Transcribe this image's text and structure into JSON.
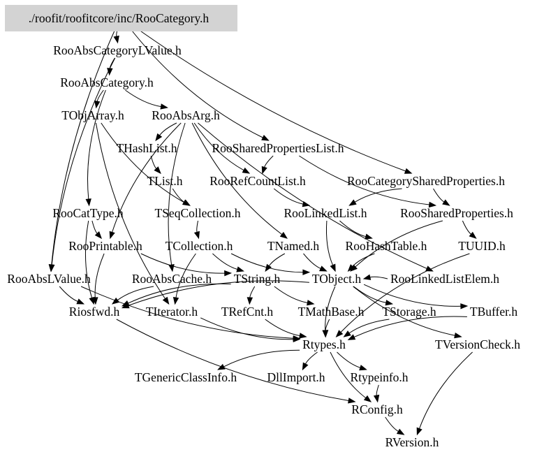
{
  "diagram": {
    "title": "./roofit/roofitcore/inc/RooCategory.h",
    "type": "include-dependency-graph",
    "root": "./roofit/roofitcore/inc/RooCategory.h",
    "highlight_color": "#d3d3d3",
    "nodes": [
      {
        "id": "RooCategory",
        "label": "./roofit/roofitcore/inc/RooCategory.h",
        "root": true
      },
      {
        "id": "RooAbsCategoryLValue",
        "label": "RooAbsCategoryLValue.h"
      },
      {
        "id": "RooAbsCategory",
        "label": "RooAbsCategory.h"
      },
      {
        "id": "TObjArray",
        "label": "TObjArray.h"
      },
      {
        "id": "RooAbsArg",
        "label": "RooAbsArg.h"
      },
      {
        "id": "THashList",
        "label": "THashList.h"
      },
      {
        "id": "RooSharedPropertiesList",
        "label": "RooSharedPropertiesList.h"
      },
      {
        "id": "TList",
        "label": "TList.h"
      },
      {
        "id": "RooRefCountList",
        "label": "RooRefCountList.h"
      },
      {
        "id": "RooCategorySharedProperties",
        "label": "RooCategorySharedProperties.h"
      },
      {
        "id": "RooCatType",
        "label": "RooCatType.h"
      },
      {
        "id": "TSeqCollection",
        "label": "TSeqCollection.h"
      },
      {
        "id": "RooLinkedList",
        "label": "RooLinkedList.h"
      },
      {
        "id": "RooSharedProperties",
        "label": "RooSharedProperties.h"
      },
      {
        "id": "RooPrintable",
        "label": "RooPrintable.h"
      },
      {
        "id": "TCollection",
        "label": "TCollection.h"
      },
      {
        "id": "TNamed",
        "label": "TNamed.h"
      },
      {
        "id": "RooHashTable",
        "label": "RooHashTable.h"
      },
      {
        "id": "TUUID",
        "label": "TUUID.h"
      },
      {
        "id": "RooAbsLValue",
        "label": "RooAbsLValue.h"
      },
      {
        "id": "RooAbsCache",
        "label": "RooAbsCache.h"
      },
      {
        "id": "TString",
        "label": "TString.h"
      },
      {
        "id": "TObject",
        "label": "TObject.h"
      },
      {
        "id": "RooLinkedListElem",
        "label": "RooLinkedListElem.h"
      },
      {
        "id": "Riosfwd",
        "label": "Riosfwd.h"
      },
      {
        "id": "TIterator",
        "label": "TIterator.h"
      },
      {
        "id": "TRefCnt",
        "label": "TRefCnt.h"
      },
      {
        "id": "TMathBase",
        "label": "TMathBase.h"
      },
      {
        "id": "TStorage",
        "label": "TStorage.h"
      },
      {
        "id": "TBuffer",
        "label": "TBuffer.h"
      },
      {
        "id": "Rtypes",
        "label": "Rtypes.h"
      },
      {
        "id": "TVersionCheck",
        "label": "TVersionCheck.h"
      },
      {
        "id": "TGenericClassInfo",
        "label": "TGenericClassInfo.h"
      },
      {
        "id": "DllImport",
        "label": "DllImport.h"
      },
      {
        "id": "Rtypeinfo",
        "label": "Rtypeinfo.h"
      },
      {
        "id": "RConfig",
        "label": "RConfig.h"
      },
      {
        "id": "RVersion",
        "label": "RVersion.h"
      }
    ],
    "edges": [
      {
        "from": "RooCategory",
        "to": "RooAbsCategoryLValue"
      },
      {
        "from": "RooCategory",
        "to": "RooAbsLValue"
      },
      {
        "from": "RooCategory",
        "to": "RooSharedPropertiesList"
      },
      {
        "from": "RooCategory",
        "to": "RooCategorySharedProperties"
      },
      {
        "from": "RooAbsCategoryLValue",
        "to": "RooAbsCategory"
      },
      {
        "from": "RooAbsCategoryLValue",
        "to": "RooAbsLValue"
      },
      {
        "from": "RooAbsCategory",
        "to": "TObjArray"
      },
      {
        "from": "RooAbsCategory",
        "to": "RooAbsArg"
      },
      {
        "from": "RooAbsCategory",
        "to": "RooCatType"
      },
      {
        "from": "TObjArray",
        "to": "TSeqCollection"
      },
      {
        "from": "TObjArray",
        "to": "TIterator"
      },
      {
        "from": "RooAbsArg",
        "to": "THashList"
      },
      {
        "from": "RooAbsArg",
        "to": "RooRefCountList"
      },
      {
        "from": "RooAbsArg",
        "to": "RooPrintable"
      },
      {
        "from": "RooAbsArg",
        "to": "RooAbsCache"
      },
      {
        "from": "RooAbsArg",
        "to": "TNamed"
      },
      {
        "from": "RooAbsArg",
        "to": "RooLinkedListElem"
      },
      {
        "from": "THashList",
        "to": "TList"
      },
      {
        "from": "TList",
        "to": "TSeqCollection"
      },
      {
        "from": "RooSharedPropertiesList",
        "to": "RooRefCountList"
      },
      {
        "from": "RooSharedPropertiesList",
        "to": "RooSharedProperties"
      },
      {
        "from": "RooRefCountList",
        "to": "RooLinkedList"
      },
      {
        "from": "RooCategorySharedProperties",
        "to": "RooLinkedList"
      },
      {
        "from": "RooCategorySharedProperties",
        "to": "RooSharedProperties"
      },
      {
        "from": "RooCatType",
        "to": "RooPrintable"
      },
      {
        "from": "RooCatType",
        "to": "Riosfwd"
      },
      {
        "from": "TSeqCollection",
        "to": "TCollection"
      },
      {
        "from": "RooLinkedList",
        "to": "RooHashTable"
      },
      {
        "from": "RooLinkedList",
        "to": "TObject"
      },
      {
        "from": "RooSharedProperties",
        "to": "TUUID"
      },
      {
        "from": "RooSharedProperties",
        "to": "TObject"
      },
      {
        "from": "RooPrintable",
        "to": "Riosfwd"
      },
      {
        "from": "RooPrintable",
        "to": "TString"
      },
      {
        "from": "TCollection",
        "to": "TObject"
      },
      {
        "from": "TCollection",
        "to": "TString"
      },
      {
        "from": "TCollection",
        "to": "TIterator"
      },
      {
        "from": "TNamed",
        "to": "TString"
      },
      {
        "from": "TNamed",
        "to": "TObject"
      },
      {
        "from": "RooHashTable",
        "to": "TObject"
      },
      {
        "from": "TUUID",
        "to": "Rtypes"
      },
      {
        "from": "RooAbsLValue",
        "to": "Riosfwd"
      },
      {
        "from": "RooAbsLValue",
        "to": "Rtypes"
      },
      {
        "from": "RooAbsCache",
        "to": "Riosfwd"
      },
      {
        "from": "TString",
        "to": "TRefCnt"
      },
      {
        "from": "TString",
        "to": "TMathBase"
      },
      {
        "from": "TString",
        "to": "Riosfwd"
      },
      {
        "from": "TObject",
        "to": "TStorage"
      },
      {
        "from": "TObject",
        "to": "TBuffer"
      },
      {
        "from": "TObject",
        "to": "Rtypes"
      },
      {
        "from": "TObject",
        "to": "TVersionCheck"
      },
      {
        "from": "TObject",
        "to": "Riosfwd"
      },
      {
        "from": "RooLinkedListElem",
        "to": "TObject"
      },
      {
        "from": "Riosfwd",
        "to": "RConfig"
      },
      {
        "from": "TIterator",
        "to": "Rtypes"
      },
      {
        "from": "TRefCnt",
        "to": "Rtypes"
      },
      {
        "from": "TMathBase",
        "to": "Rtypes"
      },
      {
        "from": "TStorage",
        "to": "Rtypes"
      },
      {
        "from": "TBuffer",
        "to": "Rtypes"
      },
      {
        "from": "Rtypes",
        "to": "TGenericClassInfo"
      },
      {
        "from": "Rtypes",
        "to": "DllImport"
      },
      {
        "from": "Rtypes",
        "to": "Rtypeinfo"
      },
      {
        "from": "Rtypes",
        "to": "RConfig"
      },
      {
        "from": "Rtypeinfo",
        "to": "RConfig"
      },
      {
        "from": "RConfig",
        "to": "RVersion"
      },
      {
        "from": "TVersionCheck",
        "to": "RVersion"
      }
    ]
  }
}
